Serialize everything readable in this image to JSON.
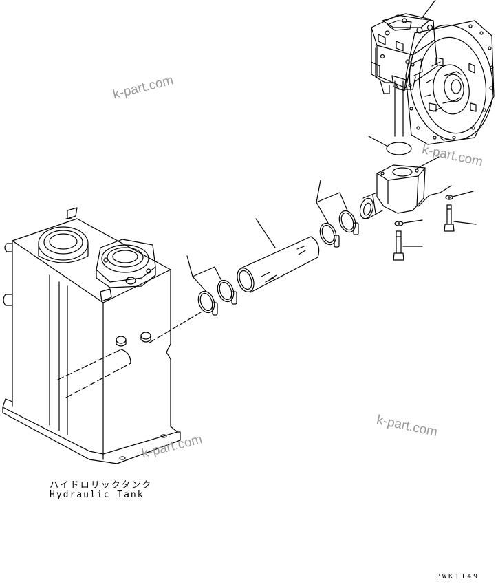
{
  "caption": {
    "japanese": "ハイドロリックタンク",
    "english": "Hydraulic Tank"
  },
  "drawing_code": "PWK1149",
  "watermarks": [
    "k-part.com",
    "k-part.com",
    "k-part.com",
    "k-part.com"
  ],
  "colors": {
    "line": "#000000",
    "background": "#ffffff",
    "watermark": "#9a9a9a"
  }
}
